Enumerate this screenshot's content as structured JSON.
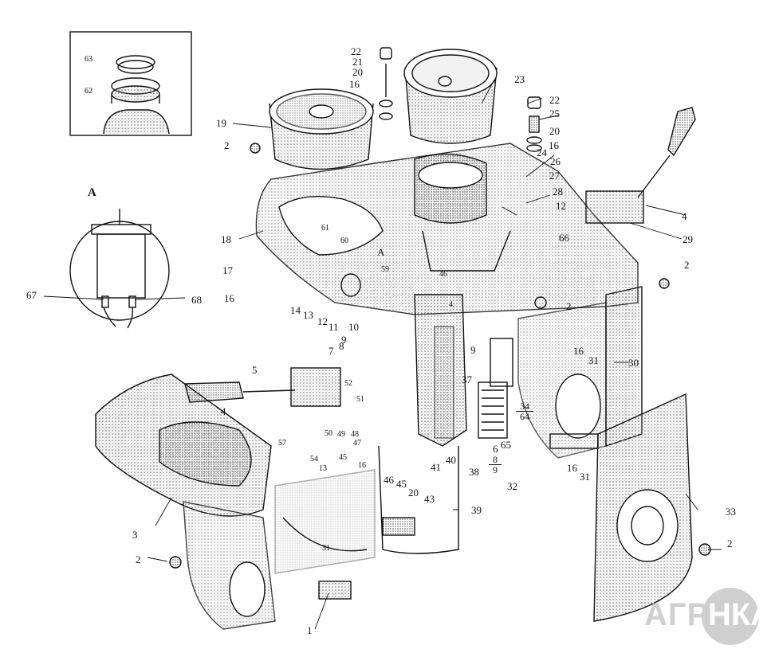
{
  "callouts": [
    {
      "id": "c1",
      "text": "1"
    },
    {
      "id": "c2a",
      "text": "2"
    },
    {
      "id": "c2b",
      "text": "2"
    },
    {
      "id": "c2c",
      "text": "2"
    },
    {
      "id": "c2d",
      "text": "2"
    },
    {
      "id": "c2e",
      "text": "2"
    },
    {
      "id": "c3",
      "text": "3"
    },
    {
      "id": "c4a",
      "text": "4"
    },
    {
      "id": "c4b",
      "text": "4"
    },
    {
      "id": "c4c",
      "text": "4"
    },
    {
      "id": "c5",
      "text": "5"
    },
    {
      "id": "c6",
      "text": "6"
    },
    {
      "id": "c7",
      "text": "7"
    },
    {
      "id": "c8a",
      "text": "8"
    },
    {
      "id": "c9a",
      "text": "9"
    },
    {
      "id": "c9b",
      "text": "9"
    },
    {
      "id": "c10a",
      "text": "10"
    },
    {
      "id": "c11",
      "text": "11"
    },
    {
      "id": "c12a",
      "text": "12"
    },
    {
      "id": "c12b",
      "text": "12"
    },
    {
      "id": "c13a",
      "text": "13"
    },
    {
      "id": "c13b",
      "text": "13"
    },
    {
      "id": "c14",
      "text": "14"
    },
    {
      "id": "c16a",
      "text": "16"
    },
    {
      "id": "c16b",
      "text": "16"
    },
    {
      "id": "c16c",
      "text": "16"
    },
    {
      "id": "c16d",
      "text": "16"
    },
    {
      "id": "c16e",
      "text": "16"
    },
    {
      "id": "c16f",
      "text": "16"
    },
    {
      "id": "c17",
      "text": "17"
    },
    {
      "id": "c18",
      "text": "18"
    },
    {
      "id": "c19",
      "text": "19"
    },
    {
      "id": "c20a",
      "text": "20"
    },
    {
      "id": "c20b",
      "text": "20"
    },
    {
      "id": "c20c",
      "text": "20"
    },
    {
      "id": "c21",
      "text": "21"
    },
    {
      "id": "c22a",
      "text": "22"
    },
    {
      "id": "c22b",
      "text": "22"
    },
    {
      "id": "c23",
      "text": "23"
    },
    {
      "id": "c24",
      "text": "24"
    },
    {
      "id": "c25",
      "text": "25"
    },
    {
      "id": "c26",
      "text": "26"
    },
    {
      "id": "c27",
      "text": "27"
    },
    {
      "id": "c28",
      "text": "28"
    },
    {
      "id": "c29",
      "text": "29"
    },
    {
      "id": "c30",
      "text": "30"
    },
    {
      "id": "c31a",
      "text": "31"
    },
    {
      "id": "c31b",
      "text": "31"
    },
    {
      "id": "c31c",
      "text": "31"
    },
    {
      "id": "c32",
      "text": "32"
    },
    {
      "id": "c33",
      "text": "33"
    },
    {
      "id": "c37",
      "text": "37"
    },
    {
      "id": "c38",
      "text": "38"
    },
    {
      "id": "c39",
      "text": "39"
    },
    {
      "id": "c40",
      "text": "40"
    },
    {
      "id": "c41",
      "text": "41"
    },
    {
      "id": "c43",
      "text": "43"
    },
    {
      "id": "c45a",
      "text": "45"
    },
    {
      "id": "c45b",
      "text": "45"
    },
    {
      "id": "c46a",
      "text": "46"
    },
    {
      "id": "c46b",
      "text": "46"
    },
    {
      "id": "c47",
      "text": "47"
    },
    {
      "id": "c48",
      "text": "48"
    },
    {
      "id": "c49",
      "text": "49"
    },
    {
      "id": "c50",
      "text": "50"
    },
    {
      "id": "c51",
      "text": "51"
    },
    {
      "id": "c52",
      "text": "52"
    },
    {
      "id": "c54",
      "text": "54"
    },
    {
      "id": "c57",
      "text": "57"
    },
    {
      "id": "c59",
      "text": "59"
    },
    {
      "id": "c60",
      "text": "60"
    },
    {
      "id": "c61",
      "text": "61"
    },
    {
      "id": "c62",
      "text": "62"
    },
    {
      "id": "c63",
      "text": "63"
    },
    {
      "id": "c65",
      "text": "65"
    },
    {
      "id": "c66",
      "text": "66"
    },
    {
      "id": "c67",
      "text": "67"
    },
    {
      "id": "c68",
      "text": "68"
    },
    {
      "id": "cA1",
      "text": "А"
    },
    {
      "id": "cA2",
      "text": "А"
    }
  ],
  "fractions": [
    {
      "id": "f34",
      "top": "34",
      "bottom": "64"
    },
    {
      "id": "f8",
      "top": "8",
      "bottom": "9"
    }
  ],
  "watermark": {
    "left": "АГРО",
    "right": "НКА"
  },
  "colors": {
    "ink": "#111111",
    "shade": "#9a9a9a",
    "watermark": "#cfcfcf"
  }
}
